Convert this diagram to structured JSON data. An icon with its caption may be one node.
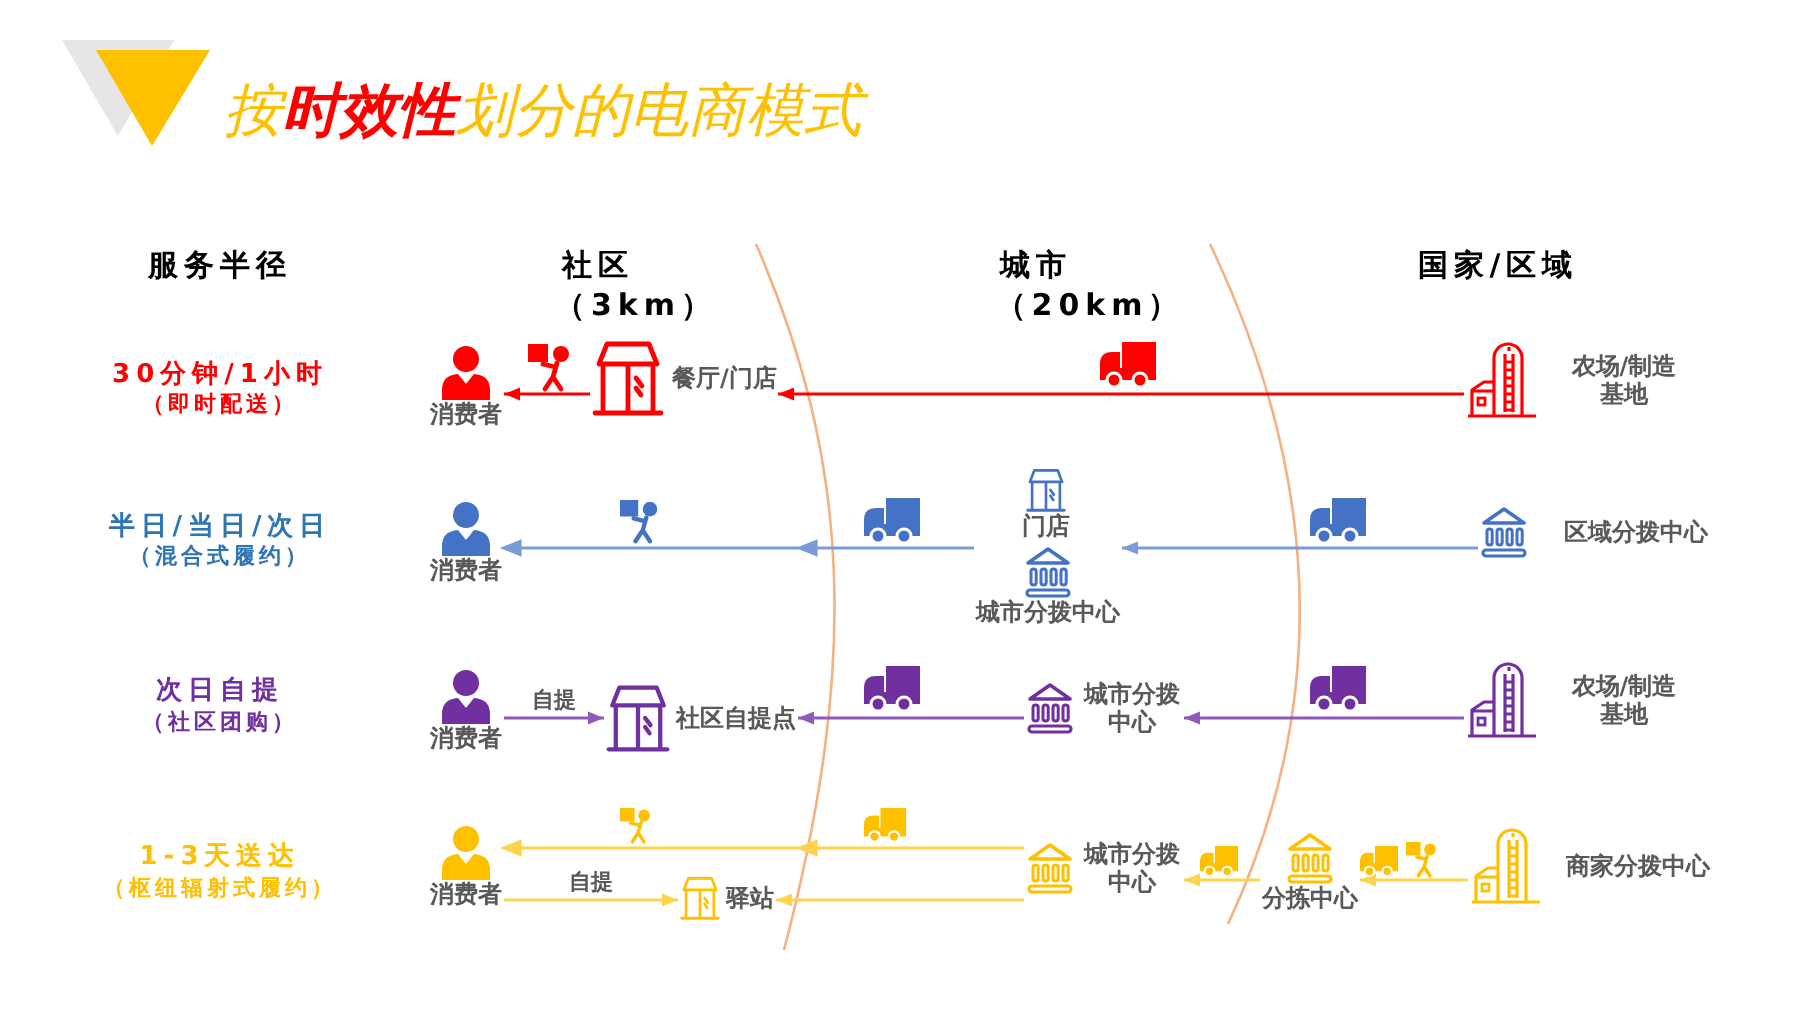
{
  "diagram": {
    "title": "按**时效性**划分的电商模式",
    "nodes": [
      {
        "text": [
          "消费者"
        ]
      },
      {
        "text": [
          "餐厅/门店"
        ]
      },
      {
        "text": [
          "农场/制造基地"
        ]
      },
      {
        "text": [
          "消费者"
        ]
      },
      {
        "text": [
          "门店"
        ]
      },
      {
        "text": [
          "城市分拨中心"
        ]
      },
      {
        "text": [
          "区域分拨中心"
        ]
      },
      {
        "text": [
          "消费者"
        ]
      },
      {
        "text": [
          "社区自提点"
        ]
      },
      {
        "text": [
          "城市分拨中心"
        ]
      },
      {
        "text": [
          "农场/制造基地"
        ]
      },
      {
        "text": [
          "消费者"
        ]
      },
      {
        "text": [
          "驿站"
        ]
      },
      {
        "text": [
          "城市分拨中心"
        ]
      },
      {
        "text": [
          "分拣中心"
        ]
      },
      {
        "text": [
          "商家分拨中心"
        ]
      }
    ],
    "edges": [
      {
        "from": 2,
        "to": 1,
        "arrow": "to",
        "color": "#ff0000"
      },
      {
        "from": 1,
        "to": 0,
        "arrow": "to",
        "color": "#ff0000"
      },
      {
        "from": 6,
        "to": 5,
        "arrow": "to",
        "color": "#7b9bd8"
      },
      {
        "from": 5,
        "to": 3,
        "arrow": "to",
        "color": "#7b9bd8"
      },
      {
        "from": 10,
        "to": 9,
        "arrow": "to",
        "color": "#8e5cb8"
      },
      {
        "from": 9,
        "to": 8,
        "arrow": "to",
        "color": "#8e5cb8"
      },
      {
        "from": 7,
        "to": 8,
        "arrow": "to",
        "label": "自提",
        "color": "#8e5cb8"
      },
      {
        "from": 15,
        "to": 14,
        "arrow": "to"
      },
      {
        "from": 14,
        "to": 13,
        "arrow": "to"
      },
      {
        "from": 13,
        "to": 11,
        "arrow": "to"
      },
      {
        "from": 13,
        "to": 12,
        "arrow": "to"
      },
      {
        "from": 11,
        "to": 12,
        "arrow": "to",
        "label": "自提"
      }
    ],
    "labels": [
      "服务半径",
      "社区",
      "（3km）",
      "城市",
      "（20km）",
      "国家/区域",
      "30分钟/1小时",
      "（即时配送）",
      "半日/当日/次日",
      "（混合式履约）",
      "次日自提",
      "（社区团购）",
      "1-3天送达",
      "（枢纽辐射式履约）"
    ]
  }
}
